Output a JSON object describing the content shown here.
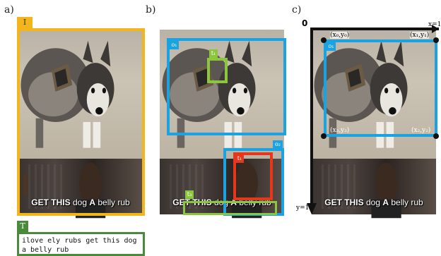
{
  "panels": {
    "a": {
      "label": "a)",
      "image_tag": "I",
      "text_tag": "T",
      "ocr_text": "ilove ely rubs get this dog\na belly rub"
    },
    "b": {
      "label": "b)",
      "tags": {
        "o1": "o₁",
        "t1": "t₁",
        "o2": "o₂",
        "t2": "t₂",
        "t3": "t₃"
      }
    },
    "c": {
      "label": "c)",
      "origin": "0",
      "x_axis_label": "x=1",
      "y_axis_label": "y=1",
      "o1_tag": "o₁",
      "corners": {
        "top_left": "(x₀,y₀)",
        "top_right": "(x₁,y₁)",
        "bottom_left": "(x₃,y₃)",
        "bottom_right": "(x₂,y₂)"
      }
    }
  },
  "meme": {
    "caption_bold": "GET THIS",
    "caption_rest": "dog",
    "caption_bold2": "A",
    "caption_tail": "belly rub"
  },
  "colors": {
    "yellow": "#f2b51c",
    "green": "#4a8a3a",
    "lightgreen": "#8cc63f",
    "blue": "#1aa3e0",
    "red": "#e5371b"
  }
}
